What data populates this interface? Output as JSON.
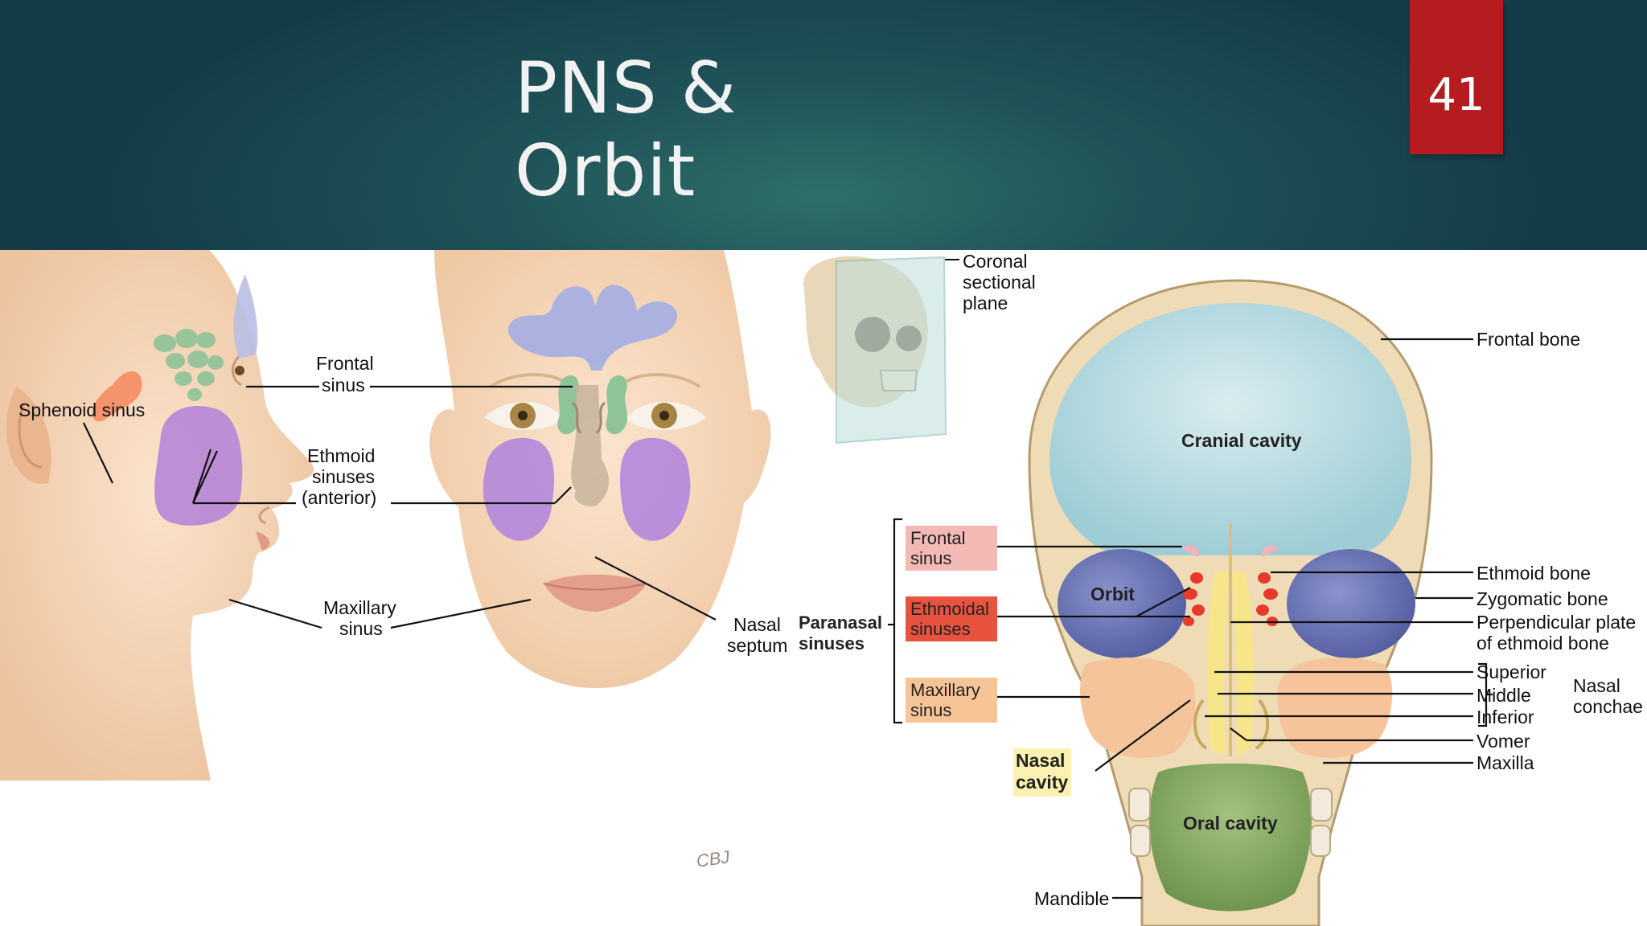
{
  "slide": {
    "title": "PNS & Orbit",
    "number": "41",
    "colors": {
      "header": "#1d4d55",
      "badge": "#b51c1f"
    }
  },
  "left_figure": {
    "labels": {
      "sphenoid": "Sphenoid sinus",
      "frontal_1": "Frontal",
      "frontal_2": "sinus",
      "ethmoid_1": "Ethmoid",
      "ethmoid_2": "sinuses",
      "ethmoid_3": "(anterior)",
      "maxillary_1": "Maxillary",
      "maxillary_2": "sinus",
      "septum_1": "Nasal",
      "septum_2": "septum",
      "signature": "CBJ"
    }
  },
  "right_figure": {
    "labels": {
      "coronal_1": "Coronal",
      "coronal_2": "sectional",
      "coronal_3": "plane",
      "frontal_bone": "Frontal bone",
      "cranial_cavity": "Cranial cavity",
      "orbit": "Orbit",
      "ethmoid_bone": "Ethmoid bone",
      "zygomatic": "Zygomatic bone",
      "perp_1": "Perpendicular plate",
      "perp_2": "of ethmoid bone",
      "superior": "Superior",
      "middle": "Middle",
      "inferior": "Inferior",
      "conchae_1": "Nasal",
      "conchae_2": "conchae",
      "vomer": "Vomer",
      "maxilla": "Maxilla",
      "paranasal_1": "Paranasal",
      "paranasal_2": "sinuses",
      "key_frontal_1": "Frontal",
      "key_frontal_2": "sinus",
      "key_ethmoidal_1": "Ethmoidal",
      "key_ethmoidal_2": "sinuses",
      "key_maxillary_1": "Maxillary",
      "key_maxillary_2": "sinus",
      "nasal_cavity_1": "Nasal",
      "nasal_cavity_2": "cavity",
      "oral_cavity": "Oral cavity",
      "mandible": "Mandible"
    }
  }
}
